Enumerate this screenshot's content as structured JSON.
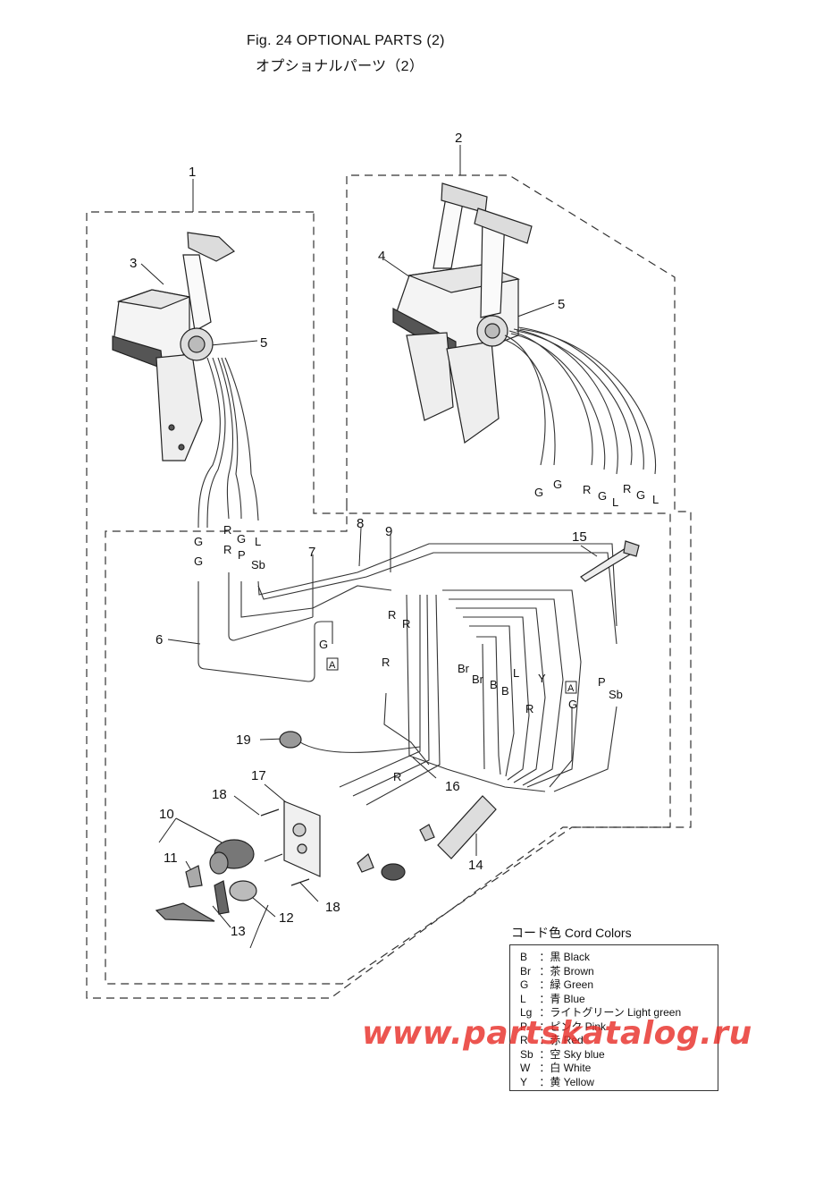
{
  "header": {
    "title_en": "Fig. 24  OPTIONAL PARTS (2)",
    "title_jp": "オプショナルパーツ（2）"
  },
  "callouts": [
    "1",
    "2",
    "3",
    "4",
    "5",
    "5",
    "6",
    "7",
    "8",
    "9",
    "10",
    "11",
    "12",
    "13",
    "14",
    "15",
    "16",
    "17",
    "18",
    "18",
    "19"
  ],
  "wire_labels_single": [
    "G",
    "G",
    "R",
    "R",
    "G",
    "P",
    "L",
    "Sb"
  ],
  "wire_labels_twin": [
    "G",
    "G",
    "R",
    "G",
    "L",
    "R",
    "G",
    "L"
  ],
  "wire_labels_harness": [
    "R",
    "R",
    "R",
    "Br",
    "Br",
    "B",
    "B",
    "L",
    "R",
    "Y",
    "P",
    "Sb",
    "G",
    "G",
    "R"
  ],
  "ref_markers": [
    "A",
    "A"
  ],
  "legend": {
    "title": "コード色 Cord Colors",
    "rows": [
      {
        "code": "B",
        "desc": "：黒 Black"
      },
      {
        "code": "Br",
        "desc": "：茶 Brown"
      },
      {
        "code": "G",
        "desc": "：緑 Green"
      },
      {
        "code": "L",
        "desc": "：青 Blue"
      },
      {
        "code": "Lg",
        "desc": "：ライトグリーン Light green"
      },
      {
        "code": "P",
        "desc": "：ピンク Pink"
      },
      {
        "code": "R",
        "desc": "：赤 Red"
      },
      {
        "code": "Sb",
        "desc": "：空 Sky blue"
      },
      {
        "code": "W",
        "desc": "：白 White"
      },
      {
        "code": "Y",
        "desc": "：黄 Yellow"
      }
    ]
  },
  "watermark": "www.partskatalog.ru",
  "colors": {
    "line": "#222222",
    "watermark": "#e8302a"
  }
}
